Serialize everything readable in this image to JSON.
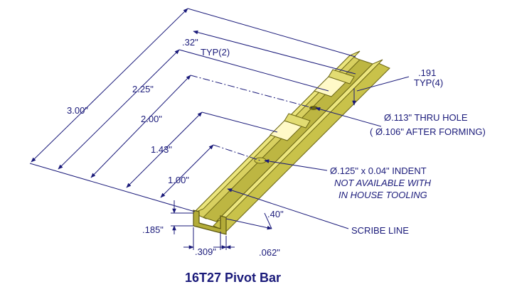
{
  "title": "16T27 Pivot Bar",
  "dimensions": {
    "overall": "3.00\"",
    "d225": "2.25\"",
    "d200": "2.00\"",
    "d143": "1.43\"",
    "d100": "1.00\"",
    "slot": ".32\"",
    "typ2": "TYP(2)",
    "height": ".185\"",
    "width": ".309\"",
    "wall": ".062\"",
    "end": ".40\"",
    "cut": ".191",
    "typ4": "TYP(4)"
  },
  "notes": {
    "thru_hole_1": "Ø.113\" THRU HOLE",
    "thru_hole_2": "( Ø.106\" AFTER FORMING)",
    "indent": "Ø.125\" x 0.04\" INDENT",
    "not_available_1": "NOT AVAILABLE WITH",
    "not_available_2": "IN HOUSE TOOLING",
    "scribe": "SCRIBE LINE"
  },
  "colors": {
    "part_top": "#e6e07a",
    "part_side": "#c9c24a",
    "part_dark": "#8f8a22",
    "ink": "#1a1a7a"
  }
}
